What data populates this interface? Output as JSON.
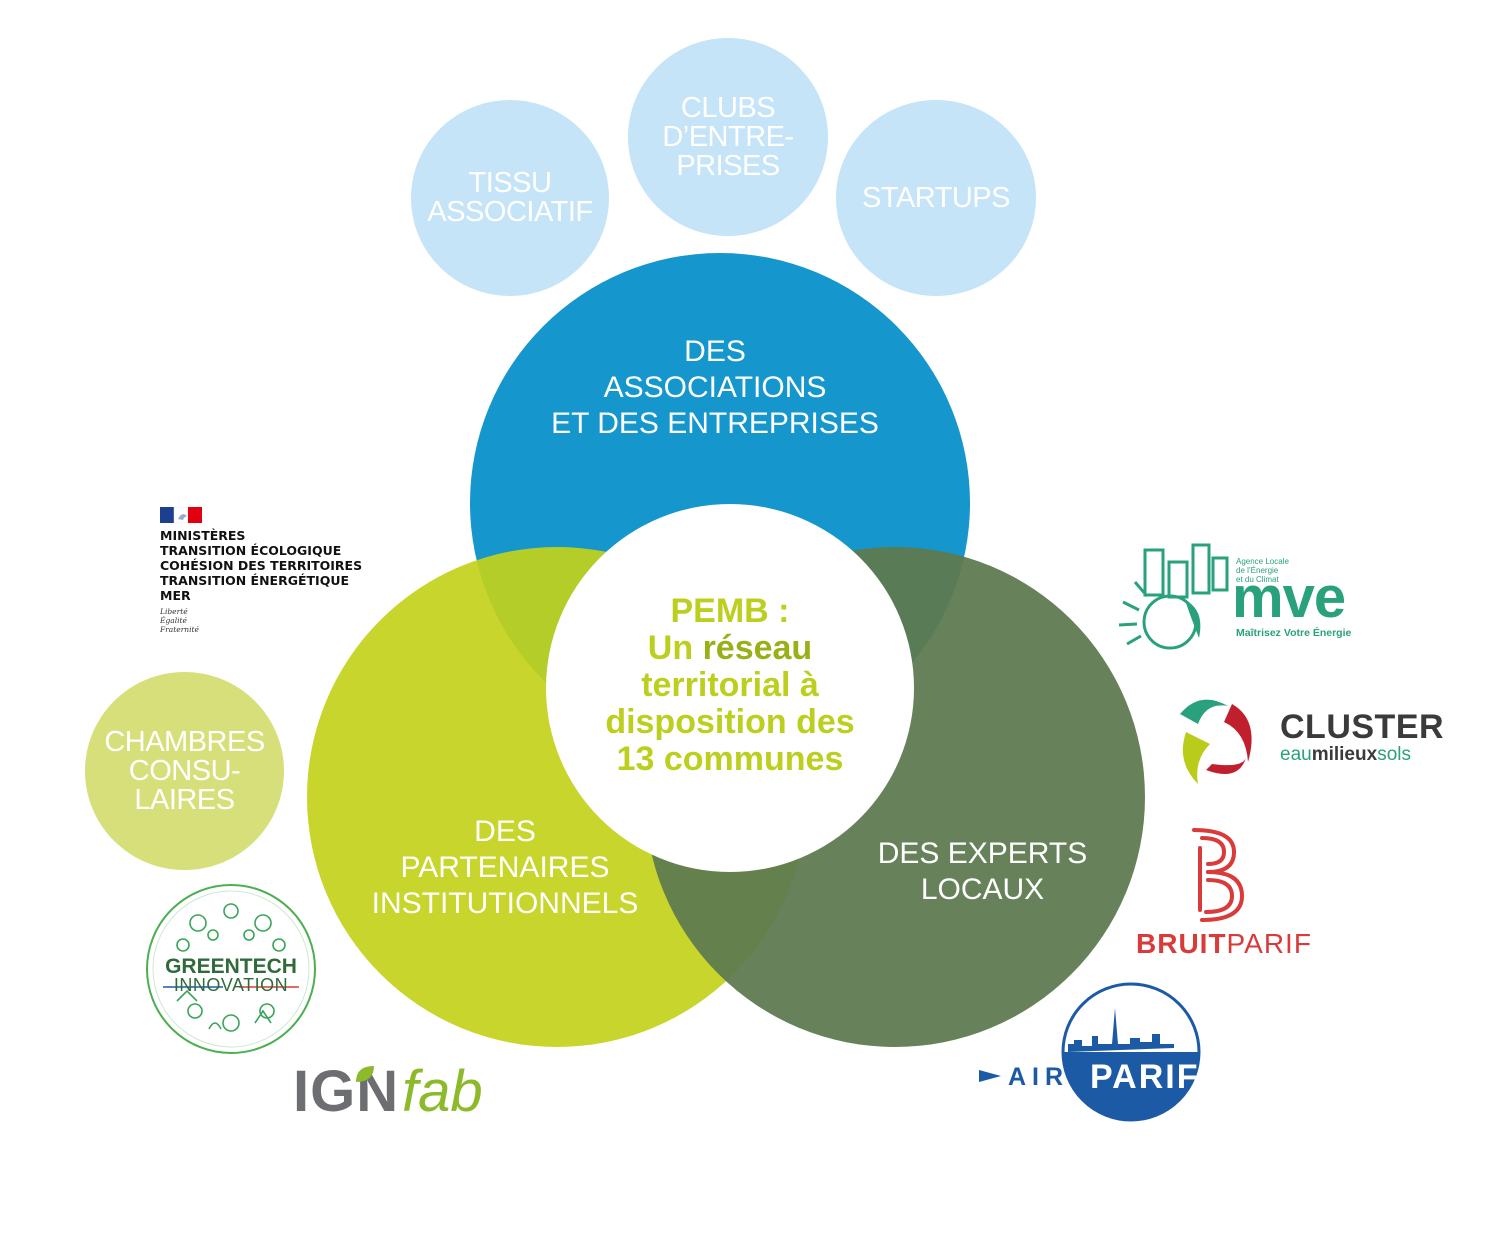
{
  "bubbles": {
    "tissu": [
      "TISSU",
      "ASSOCIATIF"
    ],
    "clubs": [
      "CLUBS",
      "D’ENTRE-",
      "PRISES"
    ],
    "startups": [
      "STARTUPS"
    ],
    "chambres": [
      "CHAMBRES",
      "CONSU-",
      "LAIRES"
    ]
  },
  "main": {
    "associations": [
      "DES",
      "ASSOCIATIONS",
      "ET DES ENTREPRISES"
    ],
    "partenaires": [
      "DES",
      "PARTENAIRES",
      "INSTITUTIONNELS"
    ],
    "experts": [
      "DES EXPERTS",
      "LOCAUX"
    ]
  },
  "center": {
    "line1": "PEMB :",
    "line2_pre": "Un ",
    "line2_bold": "réseau",
    "line3": "territorial à",
    "line4": "disposition des",
    "line5": "13 communes"
  },
  "logos": {
    "ministeres": {
      "lines": [
        "MINISTÈRES",
        "TRANSITION ÉCOLOGIQUE",
        "COHÉSION DES TERRITOIRES",
        "TRANSITION ÉNERGÉTIQUE",
        "MER"
      ],
      "motto": [
        "Liberté",
        "Égalité",
        "Fraternité"
      ]
    },
    "mve": {
      "tag": [
        "Agence Locale",
        "de l’Énergie",
        "et du Climat"
      ],
      "name": "mve",
      "slogan": "Maîtrisez Votre Énergie"
    },
    "cluster": {
      "name": "CLUSTER",
      "sub_a": "eau",
      "sub_b": "milieux",
      "sub_c": "sols"
    },
    "bruitparif": {
      "a": "BRUIT",
      "b": "PARIF"
    },
    "airparif": {
      "a": "AIR",
      "b": "PARIF"
    },
    "greentech": {
      "a": "GREENTECH",
      "b": "INNOVATION"
    },
    "ignfab": {
      "a": "IGN",
      "b": "fab"
    }
  },
  "colors": {
    "light_blue": "#c5e4f7",
    "blue": "#1596cc",
    "lime": "#c2d11a",
    "olive": "#5e7a50",
    "pale_green": "#d6df7a",
    "center_text": "#bccf1f",
    "teal": "#2aa17d",
    "red": "#d93a3a",
    "air_blue": "#1d5aa6"
  }
}
